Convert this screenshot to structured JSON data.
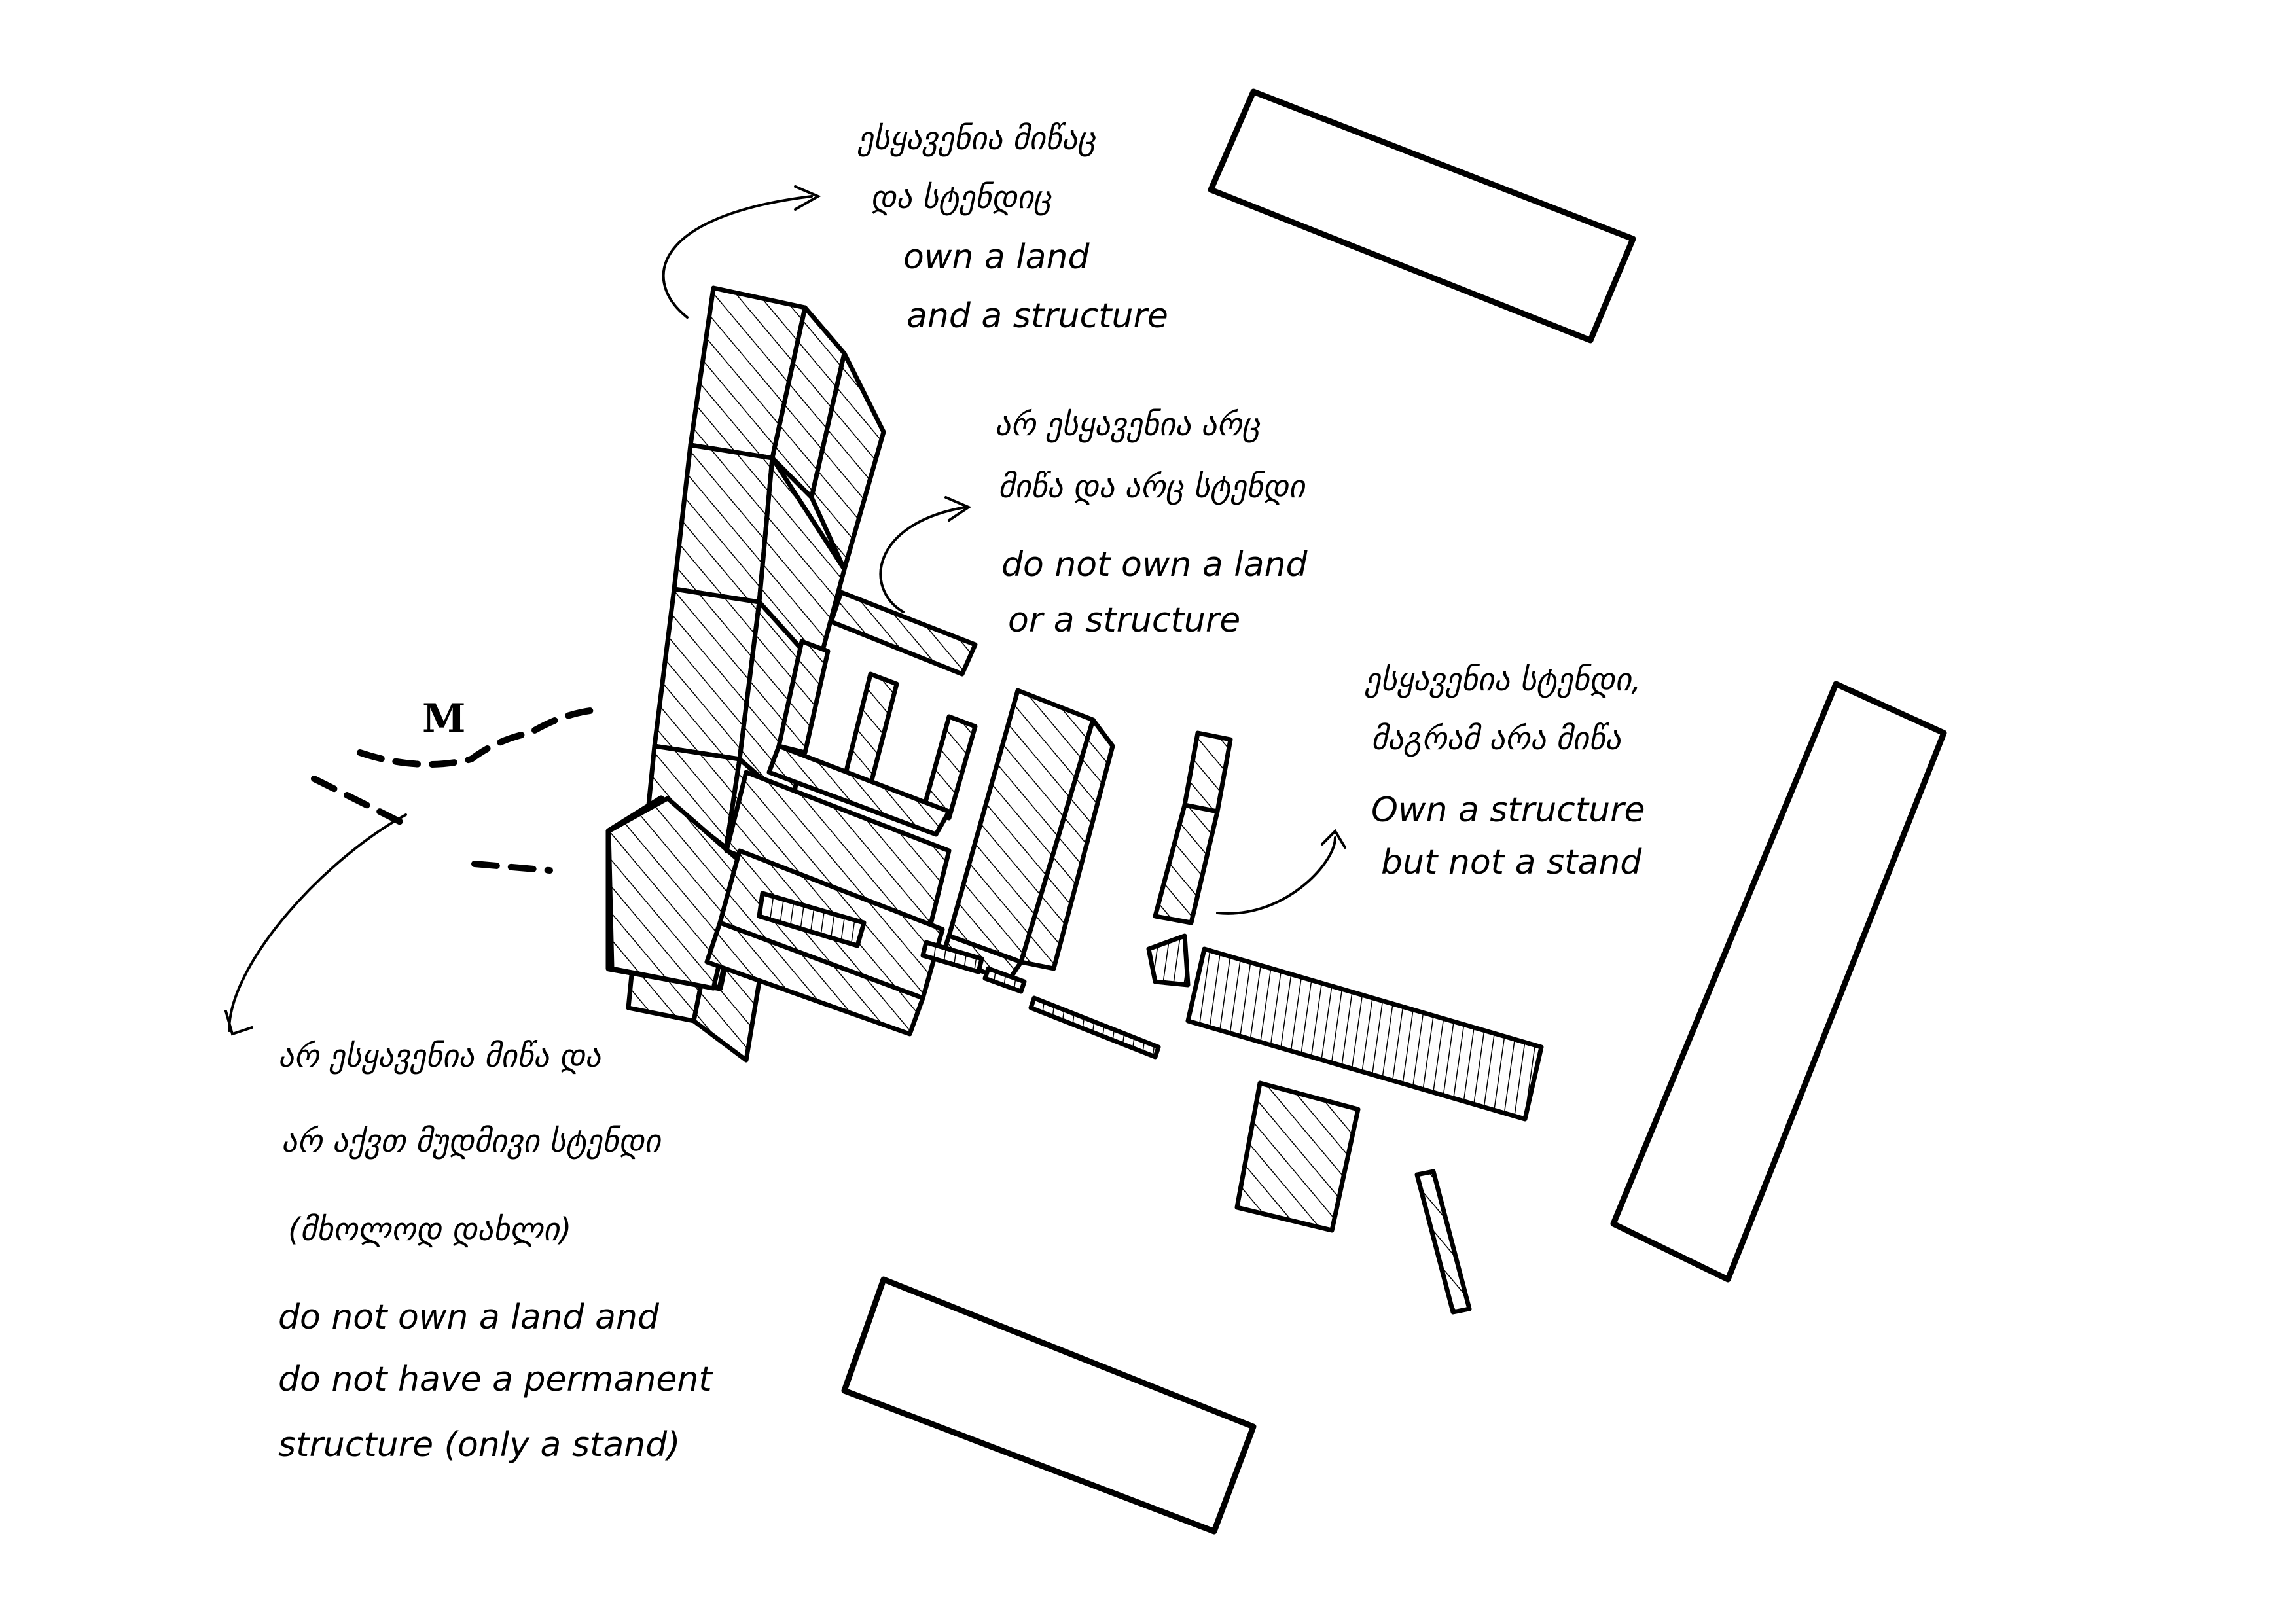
{
  "map_marker": "M",
  "annotations": [
    {
      "id": "own-land-structure",
      "lines": [
        "ესყავენია მიწაც",
        "და სტენდიც",
        "own a land",
        "and a structure"
      ]
    },
    {
      "id": "no-land-no-structure",
      "lines": [
        "არ ესყავენია არც",
        "მიწა და არც სტენდი",
        "do not own a land",
        "or a structure"
      ]
    },
    {
      "id": "own-structure-not-stand",
      "lines": [
        "ესყავენია სტენდი,",
        "მაგრამ არა მიწა",
        "Own a structure",
        "but not a stand"
      ]
    },
    {
      "id": "no-land-no-permanent",
      "lines": [
        "არ ესყავენია მიწა და",
        "არ აქვთ მუდმივი სტენდი",
        "(მხოლოდ დახლი)",
        "do not own a land and",
        "do not have a permanent",
        "structure (only a stand)"
      ]
    }
  ]
}
